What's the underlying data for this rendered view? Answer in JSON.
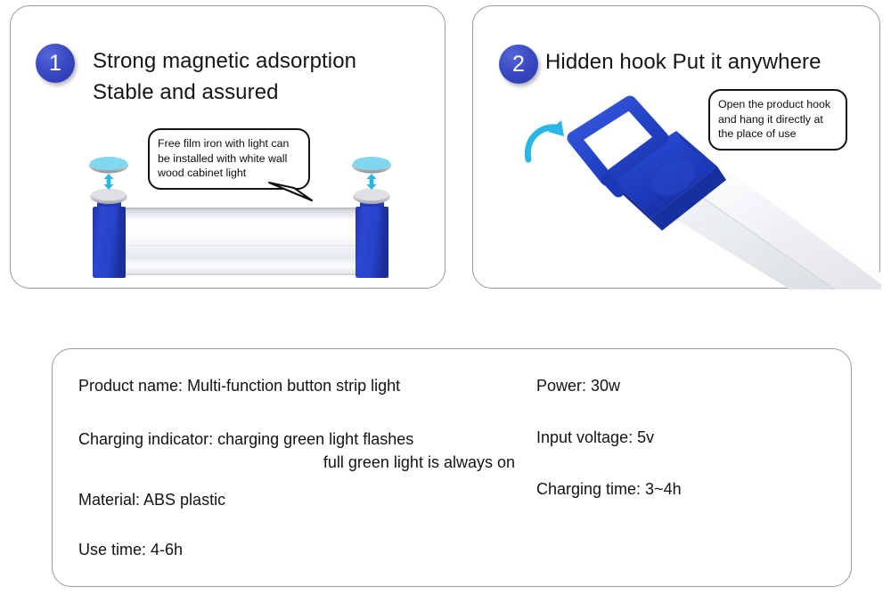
{
  "panels": [
    {
      "number": "1",
      "heading": "Strong magnetic adsorption\nStable and assured",
      "callout": "Free film iron with light can\nbe installed with white wall\nwood cabinet light",
      "artwork_name": "magnetic-strip-light-illustration"
    },
    {
      "number": "2",
      "heading": "Hidden hook Put it anywhere",
      "callout": "Open the product hook\nand hang it directly at\nthe place of use",
      "artwork_name": "hidden-hook-illustration"
    }
  ],
  "specs": {
    "left": [
      "Product name: Multi-function button strip light",
      "Charging indicator: charging green light flashes",
      "full green light is always on",
      "Material: ABS plastic",
      "Use time: 4-6h"
    ],
    "right": [
      "Power: 30w",
      "Input voltage: 5v",
      "Charging time: 3~4h"
    ]
  },
  "colors": {
    "badge_blue": "#3a4bc4",
    "product_blue": "#2643c9",
    "accent_cyan": "#2bb6e8",
    "magnet_cyan": "#74d3ee",
    "panel_border": "#9a9a9a",
    "text": "#131313"
  },
  "icons": {
    "magnet_arrows": "up-down-arrows-icon",
    "rotate_arrow": "curved-rotate-arrow-icon"
  }
}
